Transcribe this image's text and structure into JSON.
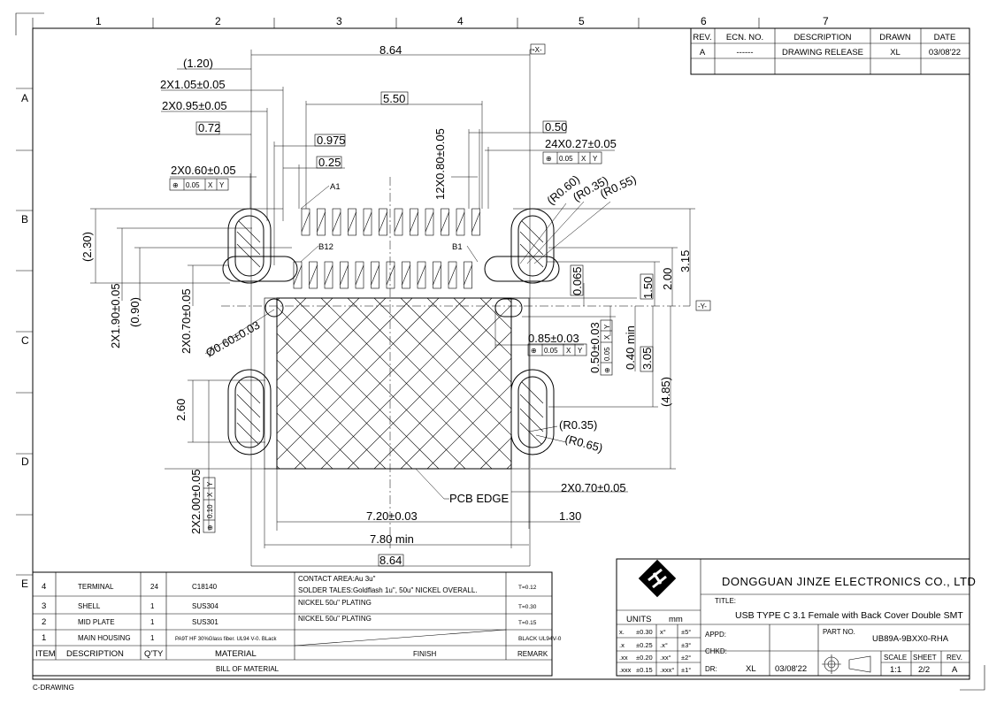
{
  "zones": {
    "columns": [
      "1",
      "2",
      "3",
      "4",
      "5",
      "6",
      "7"
    ],
    "rows": [
      "A",
      "B",
      "C",
      "D",
      "E"
    ]
  },
  "revision_table": {
    "headers": [
      "REV.",
      "ECN. NO.",
      "DESCRIPTION",
      "DRAWN",
      "DATE"
    ],
    "row": [
      "A",
      "------",
      "DRAWING RELEASE",
      "XL",
      "03/08'22"
    ]
  },
  "dimensions": {
    "d864_top": "8.64",
    "datum_x": "-X-",
    "d120": "(1.20)",
    "d2x105": "2X1.05±0.05",
    "d2x095": "2X0.95±0.05",
    "d550": "5.50",
    "d072": "0.72",
    "d0975": "0.975",
    "d025": "0.25",
    "d12x080": "12X0.80±0.05",
    "d050": "0.50",
    "d24x027": "24X0.27±0.05",
    "d2x060": "2X0.60±0.05",
    "fcf_005_xy": [
      "⊕",
      "0.05",
      "X",
      "Y"
    ],
    "a1": "A1",
    "r060": "(R0.60)",
    "r035": "(R0.35)",
    "r055": "(R0.55)",
    "d230": "(2.30)",
    "b12": "B12",
    "b1": "B1",
    "d315": "3.15",
    "d200": "2.00",
    "d150": "1.50",
    "d0065": "0.065",
    "datum_y": "-Y-",
    "d2x190": "2X1.90±0.05",
    "d090": "(0.90)",
    "d2x070_v": "2X0.70±0.05",
    "dia060": "Ø0.60±0.03",
    "d085": "0.85±0.03",
    "d050_03": "0.50±0.03",
    "fcf_005_v": [
      "⊕",
      "0.05",
      "X",
      "Y"
    ],
    "d040min": "0.40 min",
    "d305": "3.05",
    "d485": "(4.85)",
    "d260": "2.60",
    "r035b": "(R0.35)",
    "r065": "(R0.65)",
    "pcb_edge": "PCB EDGE",
    "d2x070_h": "2X0.70±0.05",
    "d2x200": "2X2.00±0.05",
    "fcf_010_xy": [
      "⊕",
      "0.10",
      "X",
      "Y"
    ],
    "d720": "7.20±0.03",
    "d130": "1.30",
    "d780": "7.80 min",
    "d864_bot": "8.64"
  },
  "bom": {
    "rows": [
      {
        "item": "4",
        "desc": "TERMINAL",
        "qty": "24",
        "material": "C18140",
        "finish1": "CONTACT AREA:Au 3u\"",
        "finish2": "SOLDER TALES:Goldflash 1u\", 50u\" NICKEL OVERALL.",
        "remark": "T=0.12"
      },
      {
        "item": "3",
        "desc": "SHELL",
        "qty": "1",
        "material": "SUS304",
        "finish1": "NICKEL 50u\"  PLATING",
        "finish2": "",
        "remark": "T=0.30"
      },
      {
        "item": "2",
        "desc": "MID PLATE",
        "qty": "1",
        "material": "SUS301",
        "finish1": "NICKEL 50u\"  PLATING",
        "finish2": "",
        "remark": "T=0.15"
      },
      {
        "item": "1",
        "desc": "MAIN HOUSING",
        "qty": "1",
        "material": "PA9T  HF 30%Glass fiber.  UL94 V-0.  BLack",
        "finish1": "",
        "finish2": "",
        "remark": "BLACK UL94V-0"
      }
    ],
    "headers": {
      "item": "ITEM",
      "desc": "DESCRIPTION",
      "qty": "Q'TY",
      "material": "MATERIAL",
      "finish": "FINISH",
      "remark": "REMARK"
    },
    "title": "BILL OF MATERIAL"
  },
  "title_block": {
    "company": "DONGGUAN  JINZE  ELECTRONICS  CO.,  LTD",
    "title_label": "TITLE:",
    "title": "USB TYPE C 3.1 Female with Back Cover Double SMT",
    "units_label": "UNITS",
    "units": "mm",
    "tolerances": [
      [
        "x.",
        "±0.30",
        "x°",
        "±5°"
      ],
      [
        ".x",
        "±0.25",
        ".x°",
        "±3°"
      ],
      [
        ".xx",
        "±0.20",
        ".xx°",
        "±2°"
      ],
      [
        ".xxx",
        "±0.15",
        ".xxx°",
        "±1°"
      ]
    ],
    "appd": "APPD:",
    "chkd": "CHKD:",
    "dr": "DR:",
    "drawn_by": "XL",
    "date": "03/08'22",
    "part_no_label": "PART  NO.",
    "part_no": "UB89A-9BXX0-RHA",
    "scale_label": "SCALE",
    "scale": "1:1",
    "sheet_label": "SHEET",
    "sheet": "2/2",
    "rev_label": "REV.",
    "rev": "A"
  },
  "footer": "C-DRAWING"
}
